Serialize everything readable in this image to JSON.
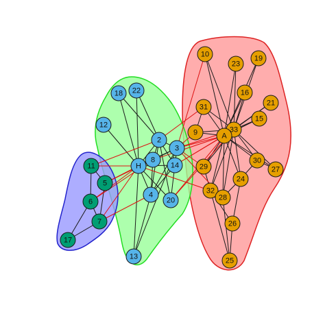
{
  "colors": {
    "background": "#ffffff",
    "hull_red_fill": "#ff9999",
    "hull_red_stroke": "#dd2222",
    "hull_green_fill": "#99ff99",
    "hull_green_stroke": "#22dd22",
    "hull_blue_fill": "#9999ff",
    "hull_blue_stroke": "#2222cc",
    "node_orange": "#e69f00",
    "node_blue": "#56b4e9",
    "node_teal": "#009e73",
    "node_stroke": "#1a1a1a",
    "edge_intra": "#1a1a1a",
    "edge_inter": "#dd1111"
  },
  "groups": [
    {
      "id": "red",
      "fill_key": "hull_red_fill",
      "stroke_key": "hull_red_stroke"
    },
    {
      "id": "green",
      "fill_key": "hull_green_fill",
      "stroke_key": "hull_green_stroke"
    },
    {
      "id": "blue",
      "fill_key": "hull_blue_fill",
      "stroke_key": "hull_blue_stroke"
    }
  ],
  "nodes": [
    {
      "id": "10",
      "label": "10",
      "group": "red"
    },
    {
      "id": "23",
      "label": "23",
      "group": "red"
    },
    {
      "id": "19",
      "label": "19",
      "group": "red"
    },
    {
      "id": "16",
      "label": "16",
      "group": "red"
    },
    {
      "id": "21",
      "label": "21",
      "group": "red"
    },
    {
      "id": "31",
      "label": "31",
      "group": "red"
    },
    {
      "id": "15",
      "label": "15",
      "group": "red"
    },
    {
      "id": "9",
      "label": "9",
      "group": "red"
    },
    {
      "id": "33",
      "label": "33",
      "group": "red"
    },
    {
      "id": "A",
      "label": "A",
      "group": "red"
    },
    {
      "id": "30",
      "label": "30",
      "group": "red"
    },
    {
      "id": "27",
      "label": "27",
      "group": "red"
    },
    {
      "id": "29",
      "label": "29",
      "group": "red"
    },
    {
      "id": "24",
      "label": "24",
      "group": "red"
    },
    {
      "id": "32",
      "label": "32",
      "group": "red"
    },
    {
      "id": "28",
      "label": "28",
      "group": "red"
    },
    {
      "id": "26",
      "label": "26",
      "group": "red"
    },
    {
      "id": "25",
      "label": "25",
      "group": "red"
    },
    {
      "id": "18",
      "label": "18",
      "group": "green"
    },
    {
      "id": "22",
      "label": "22",
      "group": "green"
    },
    {
      "id": "12",
      "label": "12",
      "group": "green"
    },
    {
      "id": "2",
      "label": "2",
      "group": "green"
    },
    {
      "id": "3",
      "label": "3",
      "group": "green"
    },
    {
      "id": "8",
      "label": "8",
      "group": "green"
    },
    {
      "id": "H",
      "label": "H",
      "group": "green"
    },
    {
      "id": "14",
      "label": "14",
      "group": "green"
    },
    {
      "id": "4",
      "label": "4",
      "group": "green"
    },
    {
      "id": "20",
      "label": "20",
      "group": "green"
    },
    {
      "id": "13",
      "label": "13",
      "group": "green"
    },
    {
      "id": "11",
      "label": "11",
      "group": "blue"
    },
    {
      "id": "5",
      "label": "5",
      "group": "blue"
    },
    {
      "id": "6",
      "label": "6",
      "group": "blue"
    },
    {
      "id": "7",
      "label": "7",
      "group": "blue"
    },
    {
      "id": "17",
      "label": "17",
      "group": "blue"
    }
  ],
  "edges": [
    [
      "A",
      "10"
    ],
    [
      "A",
      "19"
    ],
    [
      "A",
      "23"
    ],
    [
      "A",
      "16"
    ],
    [
      "A",
      "21"
    ],
    [
      "A",
      "15"
    ],
    [
      "A",
      "31"
    ],
    [
      "A",
      "9"
    ],
    [
      "A",
      "33"
    ],
    [
      "A",
      "30"
    ],
    [
      "A",
      "29"
    ],
    [
      "A",
      "24"
    ],
    [
      "A",
      "32"
    ],
    [
      "A",
      "28"
    ],
    [
      "A",
      "27"
    ],
    [
      "33",
      "10"
    ],
    [
      "33",
      "16"
    ],
    [
      "33",
      "19"
    ],
    [
      "33",
      "21"
    ],
    [
      "33",
      "15"
    ],
    [
      "33",
      "23"
    ],
    [
      "33",
      "31"
    ],
    [
      "33",
      "9"
    ],
    [
      "33",
      "30"
    ],
    [
      "33",
      "24"
    ],
    [
      "33",
      "28"
    ],
    [
      "33",
      "32"
    ],
    [
      "33",
      "29"
    ],
    [
      "33",
      "27"
    ],
    [
      "31",
      "9"
    ],
    [
      "30",
      "24"
    ],
    [
      "30",
      "27"
    ],
    [
      "24",
      "26"
    ],
    [
      "24",
      "28"
    ],
    [
      "32",
      "26"
    ],
    [
      "32",
      "25"
    ],
    [
      "28",
      "25"
    ],
    [
      "26",
      "25"
    ],
    [
      "32",
      "29"
    ],
    [
      "H",
      "2"
    ],
    [
      "H",
      "3"
    ],
    [
      "H",
      "8"
    ],
    [
      "H",
      "14"
    ],
    [
      "H",
      "4"
    ],
    [
      "H",
      "12"
    ],
    [
      "H",
      "18"
    ],
    [
      "H",
      "22"
    ],
    [
      "H",
      "20"
    ],
    [
      "H",
      "13"
    ],
    [
      "2",
      "3"
    ],
    [
      "2",
      "8"
    ],
    [
      "2",
      "14"
    ],
    [
      "2",
      "4"
    ],
    [
      "2",
      "18"
    ],
    [
      "2",
      "22"
    ],
    [
      "2",
      "20"
    ],
    [
      "3",
      "8"
    ],
    [
      "3",
      "14"
    ],
    [
      "3",
      "4"
    ],
    [
      "3",
      "13"
    ],
    [
      "8",
      "4"
    ],
    [
      "14",
      "4"
    ],
    [
      "4",
      "13"
    ],
    [
      "14",
      "20"
    ],
    [
      "11",
      "H"
    ],
    [
      "5",
      "H"
    ],
    [
      "6",
      "H"
    ],
    [
      "7",
      "H"
    ],
    [
      "11",
      "5"
    ],
    [
      "11",
      "6"
    ],
    [
      "5",
      "7"
    ],
    [
      "6",
      "7"
    ],
    [
      "6",
      "17"
    ],
    [
      "7",
      "17"
    ],
    [
      "3",
      "A"
    ],
    [
      "3",
      "33"
    ],
    [
      "3",
      "9"
    ],
    [
      "3",
      "28"
    ],
    [
      "3",
      "10"
    ],
    [
      "3",
      "29"
    ],
    [
      "2",
      "31"
    ],
    [
      "14",
      "A"
    ],
    [
      "14",
      "33"
    ],
    [
      "8",
      "A"
    ],
    [
      "20",
      "A"
    ],
    [
      "20",
      "33"
    ],
    [
      "H",
      "32"
    ],
    [
      "11",
      "2"
    ],
    [
      "5",
      "8"
    ],
    [
      "6",
      "8"
    ],
    [
      "7",
      "4"
    ]
  ]
}
